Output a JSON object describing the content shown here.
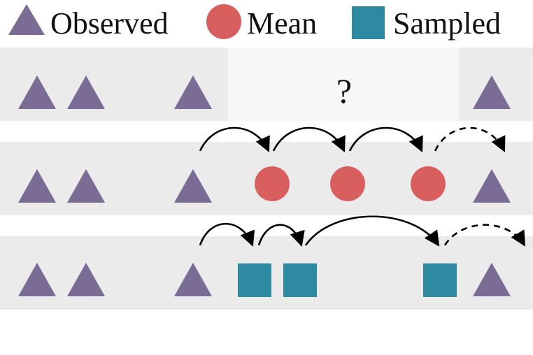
{
  "legend": {
    "observed_label": "Observed",
    "mean_label": "Mean",
    "sampled_label": "Sampled"
  },
  "colors": {
    "observed": "#7b6c95",
    "mean": "#d95f5f",
    "sampled": "#2e8aa1",
    "band": "#ebebeb",
    "gap": "#f7f7f7",
    "arrow": "#000000"
  },
  "rows": {
    "missing": {
      "gap_symbol": "?"
    }
  }
}
